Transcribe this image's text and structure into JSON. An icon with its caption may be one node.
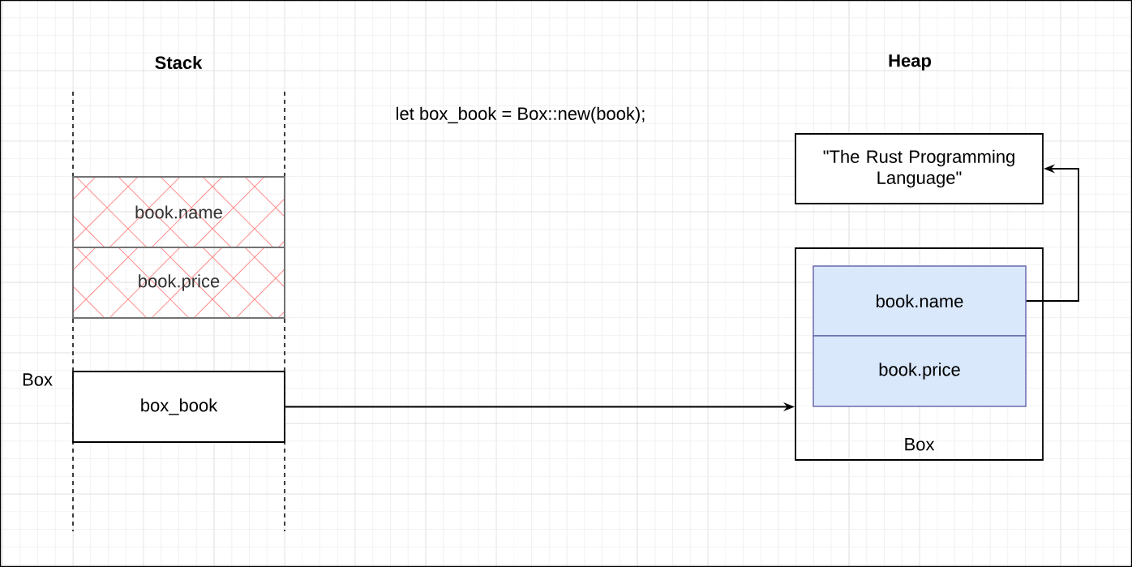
{
  "diagram": {
    "nodes": [
      {
        "text": [
          "book.name"
        ]
      },
      {
        "text": [
          "book.price"
        ]
      },
      {
        "text": [
          "box_book"
        ]
      },
      {
        "text": [
          "\"The Rust Programming Language\""
        ]
      },
      {
        "text": [
          "Box"
        ]
      },
      {
        "text": [
          "book.name"
        ],
        "in": 4
      },
      {
        "text": [
          "book.price"
        ],
        "in": 4
      }
    ],
    "edges": [
      {
        "from": 2,
        "to": 4,
        "arrow": "to"
      },
      {
        "from": 5,
        "to": 3,
        "arrow": "to"
      }
    ],
    "labels": [
      "Stack",
      "Heap",
      "let box_book = Box::new(book);",
      "Box"
    ]
  }
}
